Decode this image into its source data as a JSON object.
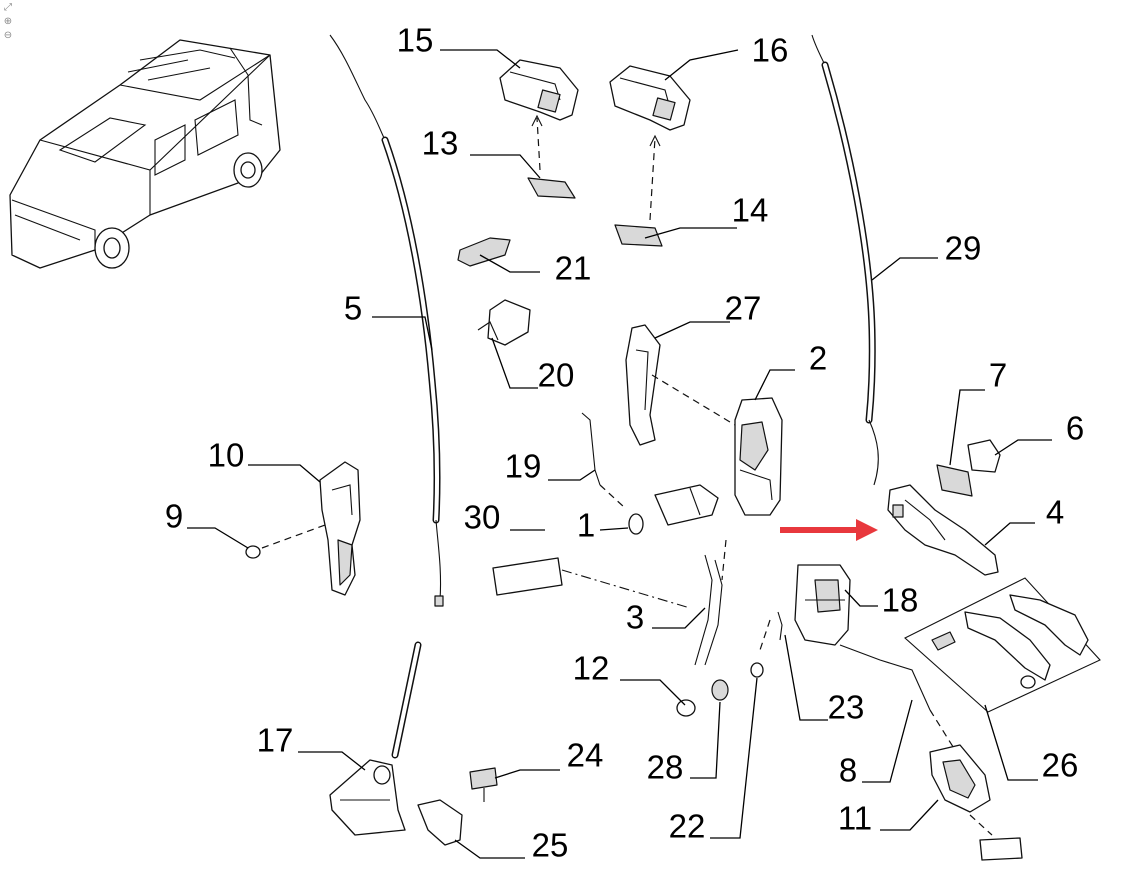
{
  "viewer": {
    "tools": [
      {
        "name": "fit-icon"
      },
      {
        "name": "zoom-in-icon"
      },
      {
        "name": "zoom-out-icon"
      }
    ]
  },
  "diagram": {
    "callouts": [
      {
        "id": "c15",
        "text": "15"
      },
      {
        "id": "c16",
        "text": "16"
      },
      {
        "id": "c13",
        "text": "13"
      },
      {
        "id": "c14",
        "text": "14"
      },
      {
        "id": "c21",
        "text": "21"
      },
      {
        "id": "c29",
        "text": "29"
      },
      {
        "id": "c5",
        "text": "5"
      },
      {
        "id": "c27",
        "text": "27"
      },
      {
        "id": "c20",
        "text": "20"
      },
      {
        "id": "c2",
        "text": "2"
      },
      {
        "id": "c7",
        "text": "7"
      },
      {
        "id": "c6",
        "text": "6"
      },
      {
        "id": "c10",
        "text": "10"
      },
      {
        "id": "c19",
        "text": "19"
      },
      {
        "id": "c9",
        "text": "9"
      },
      {
        "id": "c30",
        "text": "30"
      },
      {
        "id": "c1",
        "text": "1"
      },
      {
        "id": "c4",
        "text": "4"
      },
      {
        "id": "c18",
        "text": "18"
      },
      {
        "id": "c3",
        "text": "3"
      },
      {
        "id": "c12",
        "text": "12"
      },
      {
        "id": "c23",
        "text": "23"
      },
      {
        "id": "c17",
        "text": "17"
      },
      {
        "id": "c24",
        "text": "24"
      },
      {
        "id": "c28",
        "text": "28"
      },
      {
        "id": "c26",
        "text": "26"
      },
      {
        "id": "c8",
        "text": "8"
      },
      {
        "id": "c22",
        "text": "22"
      },
      {
        "id": "c11",
        "text": "11"
      },
      {
        "id": "c25",
        "text": "25"
      }
    ],
    "highlight_arrow_color": "#e8383d"
  }
}
